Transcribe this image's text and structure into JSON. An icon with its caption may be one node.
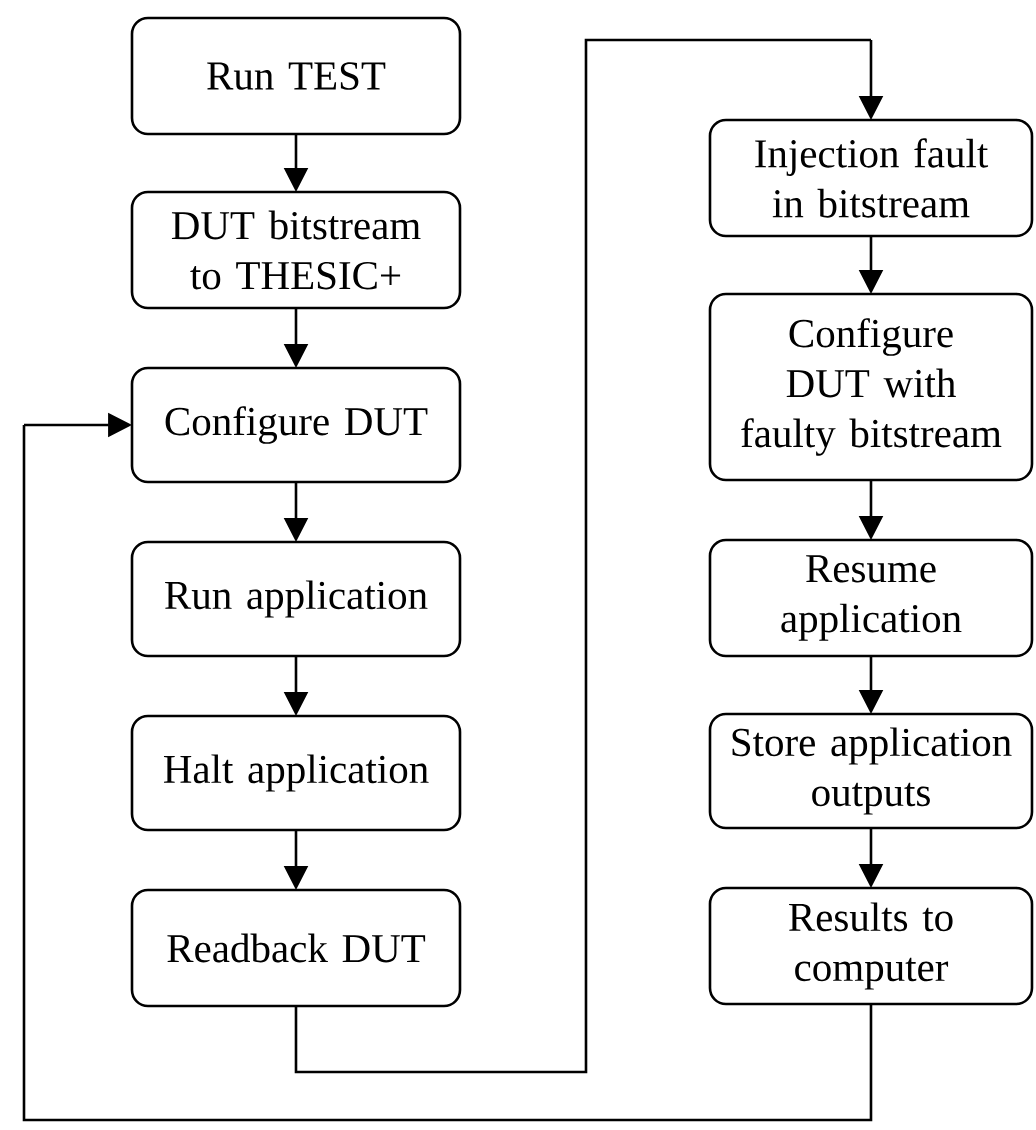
{
  "diagram": {
    "nodes": [
      {
        "text": [
          "Run TEST"
        ]
      },
      {
        "text": [
          "DUT bitstream to THESIC+"
        ]
      },
      {
        "text": [
          "Configure DUT"
        ]
      },
      {
        "text": [
          "Run application"
        ]
      },
      {
        "text": [
          "Halt application"
        ]
      },
      {
        "text": [
          "Readback DUT"
        ]
      },
      {
        "text": [
          "Injection fault in bitstream"
        ]
      },
      {
        "text": [
          "Configure DUT with faulty bitstream"
        ]
      },
      {
        "text": [
          "Resume application"
        ]
      },
      {
        "text": [
          "Store application outputs"
        ]
      },
      {
        "text": [
          "Results to computer"
        ]
      }
    ],
    "edges": [
      {
        "from": 0,
        "to": 1,
        "arrow": "to"
      },
      {
        "from": 1,
        "to": 2,
        "arrow": "to"
      },
      {
        "from": 2,
        "to": 3,
        "arrow": "to"
      },
      {
        "from": 3,
        "to": 4,
        "arrow": "to"
      },
      {
        "from": 4,
        "to": 5,
        "arrow": "to"
      },
      {
        "from": 5,
        "to": 6,
        "arrow": "to"
      },
      {
        "from": 6,
        "to": 7,
        "arrow": "to"
      },
      {
        "from": 7,
        "to": 8,
        "arrow": "to"
      },
      {
        "from": 8,
        "to": 9,
        "arrow": "to"
      },
      {
        "from": 9,
        "to": 10,
        "arrow": "to"
      },
      {
        "from": 10,
        "to": 2,
        "arrow": "to"
      }
    ]
  }
}
